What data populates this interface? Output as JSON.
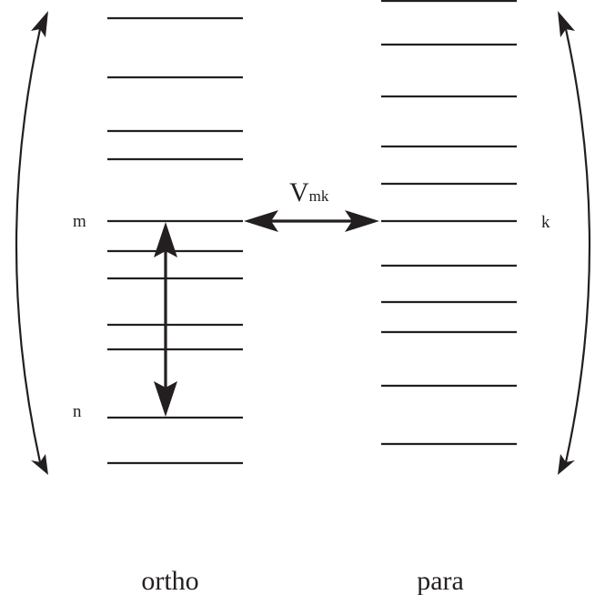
{
  "ortho": {
    "name": "ortho",
    "level_m_label": "m",
    "level_n_label": "n"
  },
  "para": {
    "name": "para",
    "level_k_label": "k"
  },
  "coupling": {
    "symbol": "V",
    "subscript": "mk"
  }
}
